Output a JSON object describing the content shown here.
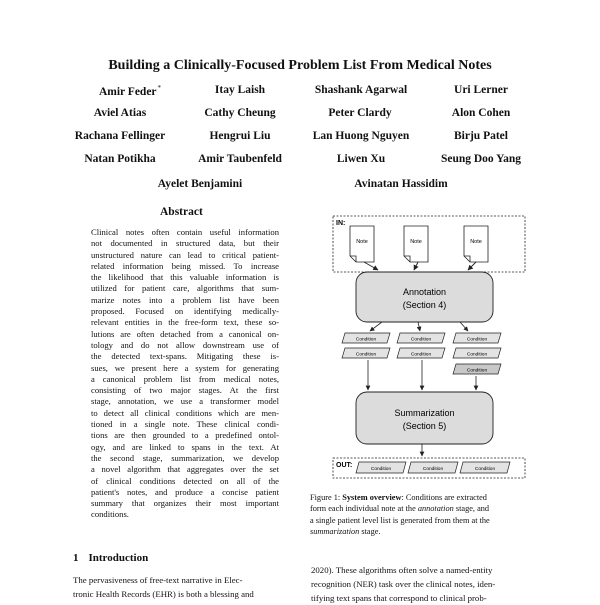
{
  "title": "Building a Clinically-Focused Problem List From Medical Notes",
  "authors": [
    {
      "name": "Amir Feder",
      "mark": "*"
    },
    {
      "name": "Itay Laish",
      "mark": ""
    },
    {
      "name": "Shashank Agarwal",
      "mark": ""
    },
    {
      "name": "Uri Lerner",
      "mark": ""
    },
    {
      "name": "Aviel Atias",
      "mark": ""
    },
    {
      "name": "Cathy Cheung",
      "mark": ""
    },
    {
      "name": "Peter Clardy",
      "mark": ""
    },
    {
      "name": "Alon Cohen",
      "mark": ""
    },
    {
      "name": "Rachana Fellinger",
      "mark": ""
    },
    {
      "name": "Hengrui Liu",
      "mark": ""
    },
    {
      "name": "Lan Huong Nguyen",
      "mark": ""
    },
    {
      "name": "Birju Patel",
      "mark": ""
    },
    {
      "name": "Natan Potikha",
      "mark": ""
    },
    {
      "name": "Amir Taubenfeld",
      "mark": ""
    },
    {
      "name": "Liwen Xu",
      "mark": ""
    },
    {
      "name": "Seung Doo Yang",
      "mark": ""
    },
    {
      "name": "Ayelet Benjamini",
      "mark": ""
    },
    {
      "name": "Avinatan Hassidim",
      "mark": ""
    }
  ],
  "abstract": {
    "heading": "Abstract",
    "lines": [
      "Clinical notes often contain useful information",
      "not documented in structured data, but their",
      "unstructured nature can lead to critical patient-",
      "related information being missed. To increase",
      "the likelihood that this valuable information is",
      "utilized for patient care, algorithms that sum-",
      "marize notes into a problem list have been",
      "proposed. Focused on identifying medically-",
      "relevant entities in the free-form text, these so-",
      "lutions are often detached from a canonical on-",
      "tology and do not allow downstream use of",
      "the detected text-spans. Mitigating these is-",
      "sues, we present here a system for generating",
      "a canonical problem list from medical notes,",
      "consisting of two major stages. At the first",
      "stage, annotation, we use a transformer model",
      "to detect all clinical conditions which are men-",
      "tioned in a single note. These clinical condi-",
      "tions are then grounded to a predefined ontol-",
      "ogy, and are linked to spans in the text. At",
      "the second stage, summarization, we develop",
      "a novel algorithm that aggregates over the set",
      "of clinical conditions detected on all of the",
      "patient's notes, and produce a concise patient",
      "summary that organizes their most important",
      "conditions."
    ]
  },
  "figure": {
    "in_label": "IN:",
    "out_label": "OUT:",
    "note_label": "Note",
    "condition_label": "Condition",
    "annotation_title": "Annotation",
    "annotation_ref": "(Section 4)",
    "summarization_title": "Summarization",
    "summarization_ref": "(Section 5)"
  },
  "caption": {
    "prefix": "Figure 1: ",
    "bold": "System overview",
    "line1_rest": ": Conditions are extracted",
    "line2_a": "form each individual note at the ",
    "line2_i": "annotation",
    "line2_b": " stage, and",
    "line3": "a single patient level list is generated from them at the",
    "line4_i": "summarization",
    "line4_b": " stage."
  },
  "section": {
    "number": "1",
    "title": "Introduction"
  },
  "intro_left": {
    "line1": "The pervasiveness of free-text narrative in Elec-",
    "line2": "tronic Health Records (EHR) is both a blessing and"
  },
  "intro_right": {
    "line1": "2020). These algorithms often solve a named-entity",
    "line2": "recognition (NER) task over the clinical notes, iden-",
    "line3": "tifying text spans that correspond to clinical prob-"
  },
  "colors": {
    "stage_box_fill": "#dcdcdc",
    "condition_fill": "#e3e3e3",
    "condition_dark_fill": "#c8c8c8",
    "stroke": "#222222"
  }
}
